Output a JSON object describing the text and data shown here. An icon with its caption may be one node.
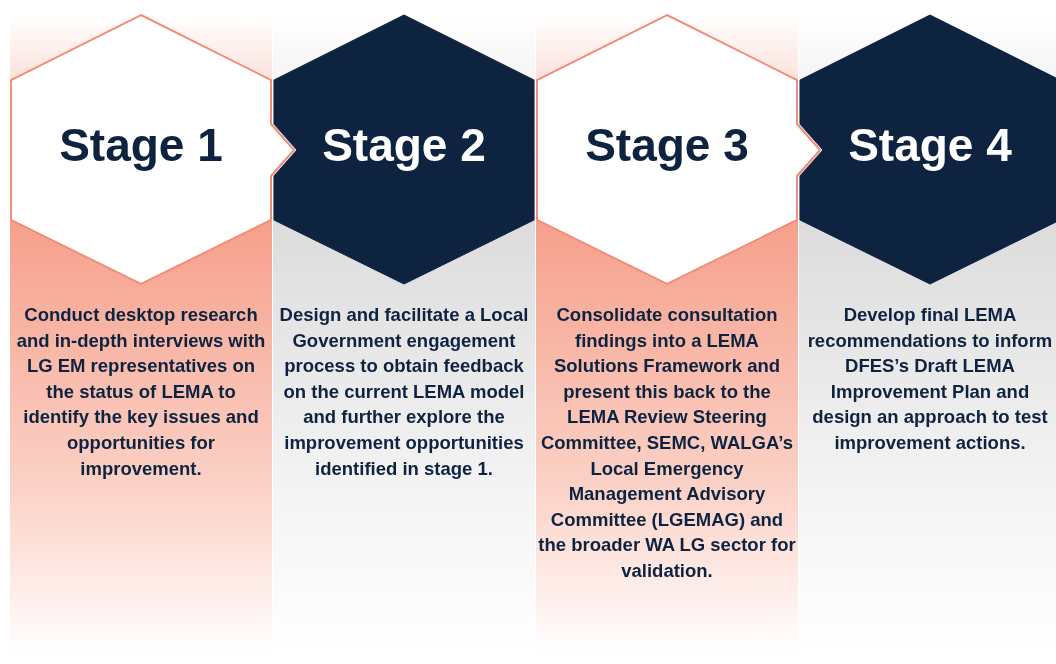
{
  "diagram": {
    "nodes": [
      {
        "text": [
          "Stage 1",
          "Conduct desktop research and in-depth interviews with LG EM representatives on the status of LEMA to identify the key issues and opportunities for improvement."
        ]
      },
      {
        "text": [
          "Stage 2",
          "Design and facilitate a Local Government engagement process to obtain feedback on the current LEMA model and further explore the improvement opportunities identified in stage 1."
        ]
      },
      {
        "text": [
          "Stage 3",
          "Consolidate consultation findings into a LEMA Solutions Framework and present this back to the LEMA Review Steering Committee, SEMC, WALGA’s Local Emergency Management Advisory Committee (LGEMAG) and the broader WA LG sector for validation."
        ]
      },
      {
        "text": [
          "Stage 4",
          "Develop final LEMA recommendations to inform DFES’s Draft LEMA Improvement Plan and design an approach to test improvement actions."
        ]
      }
    ],
    "edges": []
  }
}
